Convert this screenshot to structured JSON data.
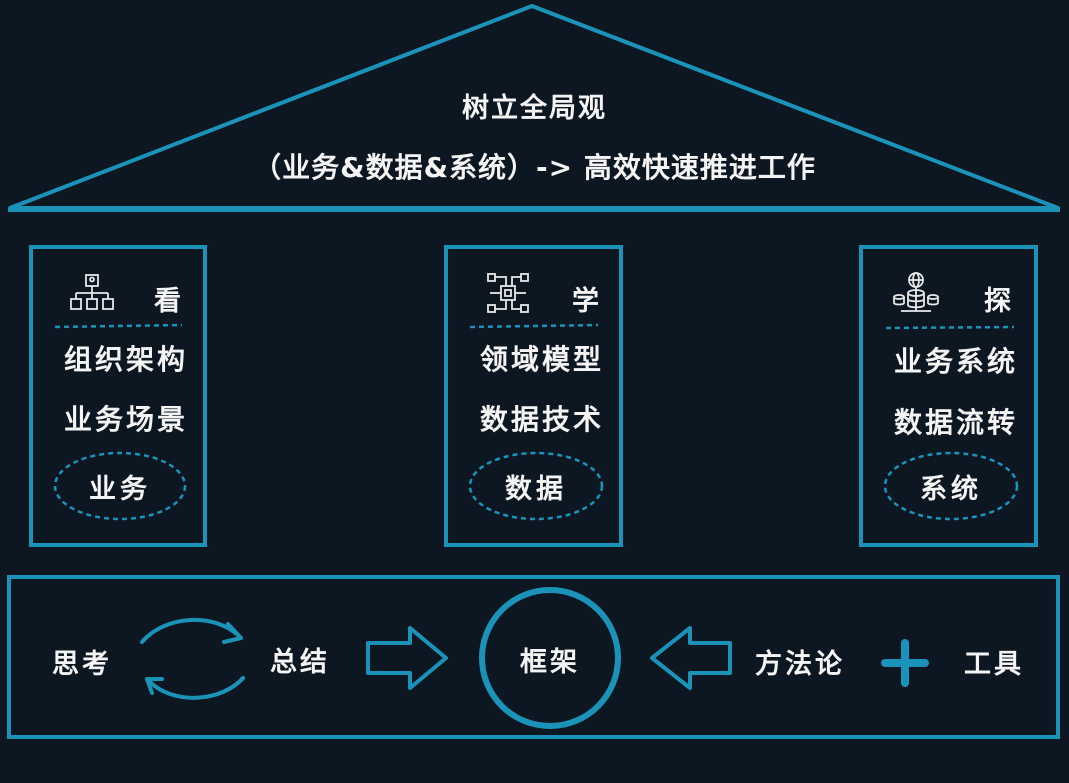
{
  "roof": {
    "title": "树立全局观",
    "subtitle": "（业务&数据&系统）-> 高效快速推进工作"
  },
  "pillars": [
    {
      "head": "看",
      "icon": "org-chart-icon",
      "items": [
        "组织架构",
        "业务场景"
      ],
      "oval": "业务"
    },
    {
      "head": "学",
      "icon": "circuit-chip-icon",
      "items": [
        "领域模型",
        "数据技术"
      ],
      "oval": "数据"
    },
    {
      "head": "探",
      "icon": "database-globe-icon",
      "items": [
        "业务系统",
        "数据流转"
      ],
      "oval": "系统"
    }
  ],
  "base": {
    "think": "思考",
    "summary": "总结",
    "center": "框架",
    "method": "方法论",
    "plus": "+",
    "tools": "工具"
  },
  "colors": {
    "background": "#0d1722",
    "accent": "#1b93b8",
    "text": "#f4f4f4"
  }
}
